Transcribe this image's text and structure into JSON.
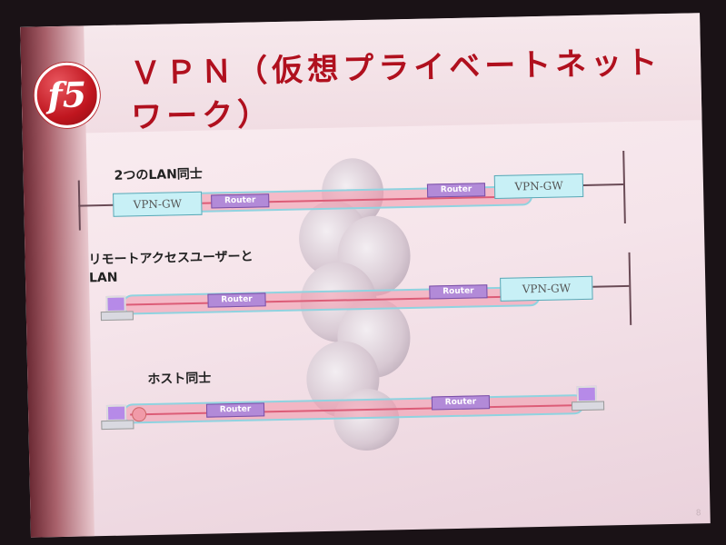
{
  "slide": {
    "logo_text": "f5",
    "title": "ＶＰＮ（仮想プライベートネットワーク）",
    "page_number": "8"
  },
  "sections": [
    {
      "label": "2つのLAN同士",
      "left_gw": "VPN-GW",
      "right_gw": "VPN-GW",
      "router_left": "Router",
      "router_right": "Router"
    },
    {
      "label": "リモートアクセスユーザーとLAN",
      "right_gw": "VPN-GW",
      "router_left": "Router",
      "router_right": "Router"
    },
    {
      "label": "ホスト同士",
      "router_left": "Router",
      "router_right": "Router"
    }
  ],
  "colors": {
    "title": "#b0101e",
    "logo": "#c0161f",
    "tunnel": "#f396aa",
    "router": "#b28ad8",
    "gateway": "#c8f0f6"
  },
  "icons": [
    "f5-logo",
    "internet-cloud-icon",
    "router-icon",
    "vpn-gateway-icon",
    "pc-icon"
  ]
}
